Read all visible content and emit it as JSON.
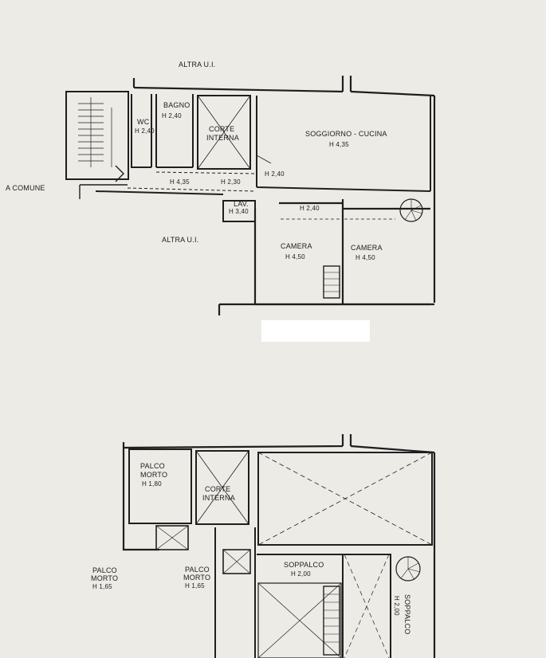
{
  "plan_upper": {
    "altra_top": "ALTRA U.I.",
    "altra_mid": "ALTRA U.I.",
    "a_comune": "A COMUNE",
    "wc": "WC",
    "wc_h": "H 2,40",
    "bagno": "BAGNO",
    "bagno_h": "H 2,40",
    "corte": "CORTE",
    "corte2": "INTERNA",
    "soggiorno": "SOGGIORNO - CUCINA",
    "soggiorno_h": "H 4,35",
    "h435": "H 4,35",
    "h230": "H 2,30",
    "h240a": "H 2,40",
    "h240b": "H 2,40",
    "lav": "LAV.",
    "lav_h": "H 3,40",
    "camera1": "CAMERA",
    "camera1_h": "H 4,50",
    "camera2": "CAMERA",
    "camera2_h": "H 4,50"
  },
  "plan_lower": {
    "palco_morto1": "PALCO",
    "palco_morto1b": "MORTO",
    "palco_morto1_h": "H 1,80",
    "corte": "CORTE",
    "corte2": "INTERNA",
    "palco2a": "PALCO",
    "palco2b": "MORTO",
    "palco2_h": "H 1,65",
    "palco3a": "PALCO",
    "palco3b": "MORTO",
    "palco3_h": "H 1,65",
    "soppalco": "SOPPALCO",
    "soppalco_h": "H 2,00",
    "soppalco_v": "SOPPALCO",
    "soppalco_v_h": "H 2,00"
  },
  "colors": {
    "paper": "#ecebe6",
    "ink": "#1f1f1f",
    "redaction": "#ffffff"
  }
}
